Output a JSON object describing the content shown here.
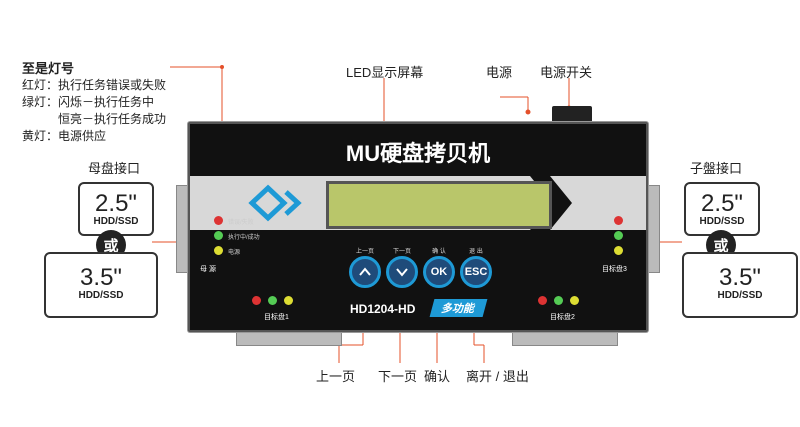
{
  "legend": {
    "title": "至是灯号",
    "red": "红灯：执行任务错误或失败",
    "green": "绿灯：闪烁－执行任务中",
    "green2": "恒亮－执行任务成功",
    "yellow": "黄灯：电源供应"
  },
  "labels": {
    "lcd": "LED显示屏幕",
    "power": "电源",
    "power_switch": "电源开关",
    "master_port": "母盘接口",
    "child_port": "子盤接口",
    "up": "上一页",
    "down": "下一页",
    "confirm": "确认",
    "esc": "离开 / 退出"
  },
  "device": {
    "title": "MU硬盘拷贝机",
    "model": "HD1204-HD",
    "badge": "多功能",
    "btn_up_label": "上一页",
    "btn_down_label": "下一页",
    "btn_ok_label": "确 认",
    "btn_esc_label": "退 出",
    "btn_ok": "OK",
    "btn_esc": "ESC",
    "led_err": "错误/失败",
    "led_run": "执行中/成功",
    "led_pwr": "电源",
    "master": "母 源",
    "target1": "目标盘1",
    "target2": "目标盘2",
    "target3": "目标盘3"
  },
  "hdd": {
    "size_25": "2.5\"",
    "size_35": "3.5\"",
    "type": "HDD/SSD",
    "or": "或"
  },
  "colors": {
    "accent": "#1e9ad6",
    "lcd": "#b9c66a",
    "red": "#d33",
    "green": "#5c5",
    "yellow": "#dd3"
  }
}
